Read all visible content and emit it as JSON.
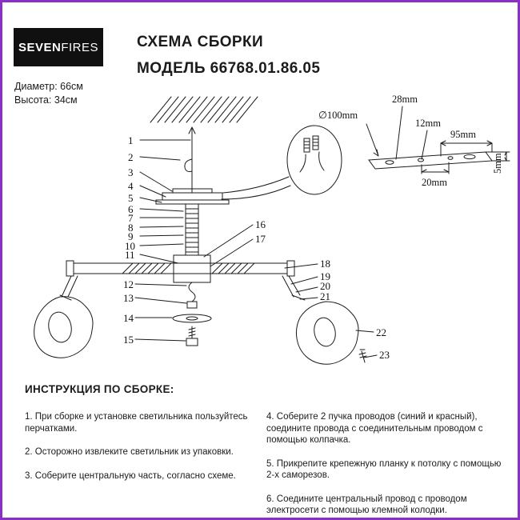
{
  "brand": {
    "bold": "SEVEN",
    "light": "FIRES"
  },
  "header": {
    "title_line1": "СХЕМА СБОРКИ",
    "title_line2": "МОДЕЛЬ 66768.01.86.05",
    "diameter": "Диаметр: 66см",
    "height": "Высота: 34см"
  },
  "diagram": {
    "callouts": [
      "1",
      "2",
      "3",
      "4",
      "5",
      "6",
      "7",
      "8",
      "9",
      "10",
      "11",
      "12",
      "13",
      "14",
      "15",
      "16",
      "17",
      "18",
      "19",
      "20",
      "21",
      "22",
      "23"
    ],
    "dimensions": {
      "d100": "∅100mm",
      "d28": "28mm",
      "d12": "12mm",
      "d95": "95mm",
      "d20": "20mm",
      "d5": "5mm"
    }
  },
  "instructions": {
    "heading": "ИНСТРУКЦИЯ ПО СБОРКЕ:",
    "items": [
      "1. При сборке и установке светильника пользуйтесь перчатками.",
      "2. Осторожно извлеките светильник из упаковки.",
      "3. Соберите центральную часть, согласно схеме.",
      "4. Соберите 2 пучка проводов (синий и красный), соедините провода с соединительным проводом с помощью колпачка.",
      "5. Прикрепите крепежную планку к потолку с помощью 2-х саморезов.",
      "6. Соедините центральный провод с проводом электросети с помощью клемной колодки."
    ]
  },
  "colors": {
    "border": "#8b2fc9",
    "logo_bg": "#101010",
    "ink": "#1b1b1b"
  }
}
